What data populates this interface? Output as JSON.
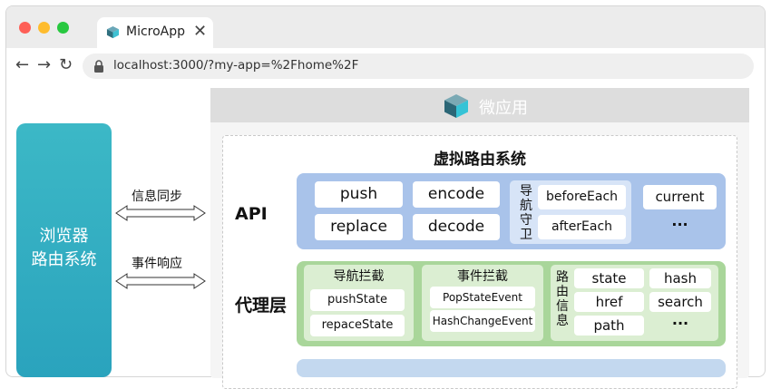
{
  "browser": {
    "tab_title": "MicroApp",
    "tab_close": "✕",
    "url": "localhost:3000/?my-app=%2Fhome%2F",
    "nav": {
      "back": "←",
      "forward": "→",
      "reload": "↻"
    }
  },
  "diagram": {
    "browser_router": [
      "浏览器",
      "路由系统"
    ],
    "arrow_sync": "信息同步",
    "arrow_response": "事件响应",
    "micro_app_title": "微应用",
    "virtual_router_title": "虚拟路由系统",
    "api_label": "API",
    "api_items": {
      "push": "push",
      "encode": "encode",
      "replace": "replace",
      "decode": "decode"
    },
    "nav_guard_label": [
      "导",
      "航",
      "守",
      "卫"
    ],
    "guards": {
      "before": "beforeEach",
      "after": "afterEach"
    },
    "current": "current",
    "api_more": "···",
    "proxy_label": "代理层",
    "nav_intercept": {
      "title": "导航拦截",
      "push": "pushState",
      "replace": "repaceState"
    },
    "event_intercept": {
      "title": "事件拦截",
      "popstate": "PopStateEvent",
      "hashchange": "HashChangeEvent"
    },
    "route_info_label": [
      "路",
      "由",
      "信",
      "息"
    ],
    "route_info": {
      "state": "state",
      "hash": "hash",
      "href": "href",
      "search": "search",
      "path": "path",
      "more": "···"
    }
  },
  "colors": {
    "browser_box": "#2aa3bd",
    "api_panel": "#a9c3ea",
    "proxy_panel": "#a9d69a",
    "micro_header": "#dddddd"
  }
}
